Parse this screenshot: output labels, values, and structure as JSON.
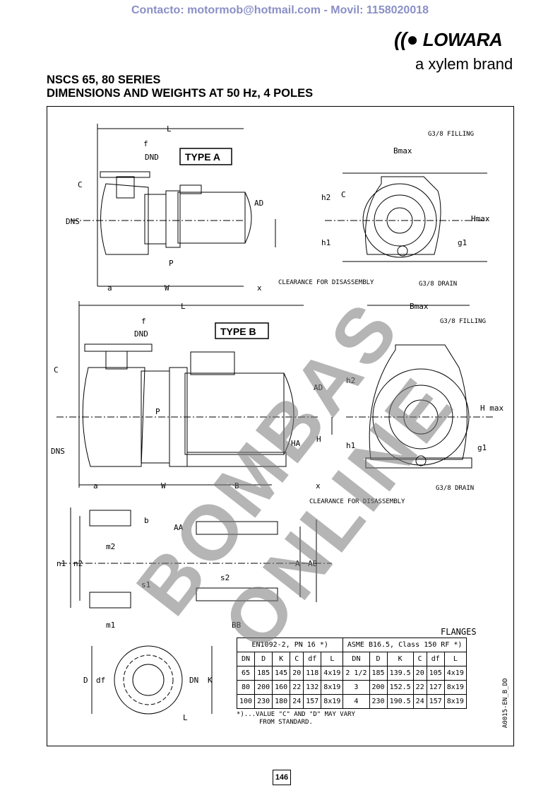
{
  "contact": "Contacto: motormob@hotmail.com - Movil: 1158020018",
  "logo": {
    "name": "LOWARA",
    "tagline": "a xylem brand"
  },
  "title_line1": "NSCS 65, 80 SERIES",
  "title_line2": "DIMENSIONS AND WEIGHTS AT 50 Hz, 4 POLES",
  "watermark": "BOMBAS ONLINE",
  "type_a": {
    "label": "TYPE A",
    "L": "L",
    "f": "f",
    "DND": "DND",
    "C": "C",
    "DNS": "DNS",
    "AD": "AD",
    "P": "P",
    "a": "a",
    "W": "W",
    "x": "x",
    "clearance": "CLEARANCE FOR DISASSEMBLY",
    "Bmax": "Bmax",
    "filling": "G3/8 FILLING",
    "h2": "h2",
    "C2": "C",
    "Hmax": "Hmax",
    "h1": "h1",
    "g1": "g1",
    "drain": "G3/8  DRAIN"
  },
  "type_b": {
    "label": "TYPE B",
    "L": "L",
    "f": "f",
    "DND": "DND",
    "C": "C",
    "DNS": "DNS",
    "AD": "AD",
    "P": "P",
    "HA": "HA",
    "H": "H",
    "a": "a",
    "W": "W",
    "B": "B",
    "x": "x",
    "clearance": "CLEARANCE FOR DISASSEMBLY",
    "Bmax": "Bmax",
    "filling": "G3/8 FILLING",
    "h2": "h2",
    "Hmax": "H max",
    "h1": "h1",
    "g1": "g1",
    "drain": "G3/8  DRAIN"
  },
  "feet": {
    "b": "b",
    "AA": "AA",
    "m2": "m2",
    "n1": "n1",
    "n2": "n2",
    "A": "A",
    "AB": "AB",
    "s2": "s2",
    "s1": "s1",
    "m1": "m1",
    "BB": "BB"
  },
  "flange_drawing": {
    "D": "D",
    "df": "df",
    "DN": "DN",
    "K": "K",
    "L": "L"
  },
  "flanges": {
    "title": "FLANGES",
    "en_header": "EN1092-2, PN 16 *)",
    "asme_header": "ASME B16.5, Class 150 RF *)",
    "columns": [
      "DN",
      "D",
      "K",
      "C",
      "df",
      "L",
      "DN",
      "D",
      "K",
      "C",
      "df",
      "L"
    ],
    "rows": [
      [
        "65",
        "185",
        "145",
        "20",
        "118",
        "4x19",
        "2 1/2",
        "185",
        "139.5",
        "20",
        "105",
        "4x19"
      ],
      [
        "80",
        "200",
        "160",
        "22",
        "132",
        "8x19",
        "3",
        "200",
        "152.5",
        "22",
        "127",
        "8x19"
      ],
      [
        "100",
        "230",
        "180",
        "24",
        "157",
        "8x19",
        "4",
        "230",
        "190.5",
        "24",
        "157",
        "8x19"
      ]
    ],
    "note_line1": "*)...VALUE \"C\" AND \"D\" MAY VARY",
    "note_line2": "FROM STANDARD."
  },
  "drawing_code": "A0015-EN_B_DD",
  "page_number": "146"
}
